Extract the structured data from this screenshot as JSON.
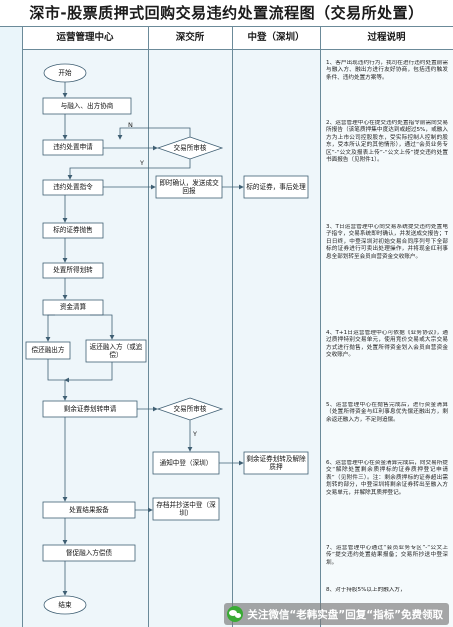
{
  "title": "深市-股票质押式回购交易违约处置流程图（交易所处置）",
  "columns": [
    "运营管理中心",
    "深交所",
    "中登（深圳）",
    "过程说明"
  ],
  "nodes": {
    "start": "开始",
    "negotiate": "与融入、出方协商",
    "apply": "违约处置申请",
    "review1": "交易所审核",
    "order": "违约处置指令",
    "confirm_notice": "即时确认，发送成交回报",
    "securities_process": "标的证券，事后处理",
    "sell": "标的证券抛售",
    "transfer": "处置所得划转",
    "settle": "资金清算",
    "repay": "偿还融出方",
    "return": "返还融入方（或追偿）",
    "remain_apply": "剩余证券划转申请",
    "review2": "交易所审核",
    "notify_cd": "通知中登（深圳）",
    "remain_transfer": "剩余证券划转及解除质押",
    "report": "处置结果报备",
    "archive": "存档并抄送中登（深圳）",
    "urge": "督促融入方偿债",
    "end": "结束"
  },
  "labels": {
    "n": "N",
    "y1": "Y",
    "y2": "Y"
  },
  "steps": [
    "1、客户出现违约行为，我司在进行违约处置前需与融入方、融出方进行友好协商，包括违约触发条件、违约处置方案等。",
    "2、运营管理中心在提交违约处置指令前需向交易所报告（该笔质押集中度达到或超过5%，或融入方为上市公司控股股东，受实际控制人控制的股东，受本所认定的其他情形），通过“会员业务专区”-“公文及报表上传”-“公文上传”提交违约处置书面报告（见附件1）。",
    "3、T日运营管理中心向交易系统提交违约处置电子指令，交易系统即时确认，并发送成交报告；T日日终，中登深圳对初始交易合同序列号下全部标的证券进行可卖出处理操作，并将现金红利事息全部划转至会员自营资金交收账户。",
    "4、T+1日运营管理中心可依据《业务协议》，通过质押特别交易单元，使用竞价交易或大宗交易方式进行抛售，处置所得资金划入会员自营资金交收账户。",
    "5、运营管理中心在抛售完成后，进行资金清算（处置所得资金与红利事息优先偿还融出方，剩余返还融入方，不足则追偿。",
    "6、运营管理中心在资金清算完成后，向交易所提交“解除处置剩余质押标的证券质押登记申请表”（见附件三）。注：剩余质押标的证券超出需划转的部分，中登深圳将剩余证券转出至融入方交易单元，并解除其质押登记。",
    "7、运营管理中心通过“会员业务专区”-“公文上传”提交违约处置结果报备；交易所抄送中登深圳。",
    "8、对于持股5%以上的融入方，"
  ],
  "watermark": {
    "text": "关注微信“老韩实盘”回复“指标”免费领取"
  },
  "colors": {
    "line": "#3f5f73",
    "node_fill": "#ffffff",
    "lane_bg": "#eef6fa"
  }
}
